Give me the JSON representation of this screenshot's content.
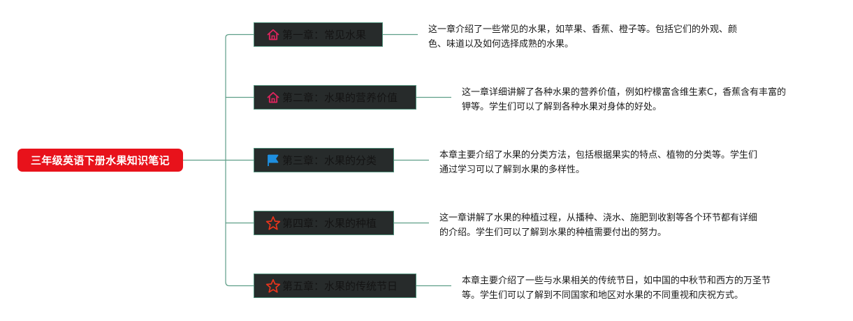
{
  "root": {
    "label": "三年级英语下册水果知识笔记"
  },
  "chapters": [
    {
      "label": "第一章：常见水果",
      "icon": "home-icon",
      "desc": [
        "这一章介绍了一些常见的水果，如苹果、香蕉、橙子等。包括它们的外观、颜",
        "色、味道以及如何选择成熟的水果。"
      ]
    },
    {
      "label": "第二章：水果的营养价值",
      "icon": "home-icon",
      "desc": [
        "这一章详细讲解了各种水果的营养价值，例如柠檬富含维生素C，香蕉含有丰富的",
        "钾等。学生们可以了解到各种水果对身体的好处。"
      ]
    },
    {
      "label": "第三章：水果的分类",
      "icon": "flag-icon",
      "desc": [
        "本章主要介绍了水果的分类方法，包括根据果实的特点、植物的分类等。学生们",
        "通过学习可以了解到水果的多样性。"
      ]
    },
    {
      "label": "第四章：水果的种植",
      "icon": "star-icon",
      "desc": [
        "这一章讲解了水果的种植过程，从播种、浇水、施肥到收割等各个环节都有详细",
        "的介绍。学生们可以了解到水果的种植需要付出的努力。"
      ]
    },
    {
      "label": "第五章：水果的传统节日",
      "icon": "star-icon",
      "desc": [
        "本章主要介绍了一些与水果相关的传统节日，如中国的中秋节和西方的万圣节",
        "等。学生们可以了解到不同国家和地区对水果的不同重视和庆祝方式。"
      ]
    }
  ],
  "colors": {
    "root": "#e8121b",
    "node_bg": "#272b2b",
    "connector": "#5e9e88",
    "home_icon": "#e0245e",
    "flag_icon": "#1e8fe0",
    "star_icon": "#e8341c"
  }
}
